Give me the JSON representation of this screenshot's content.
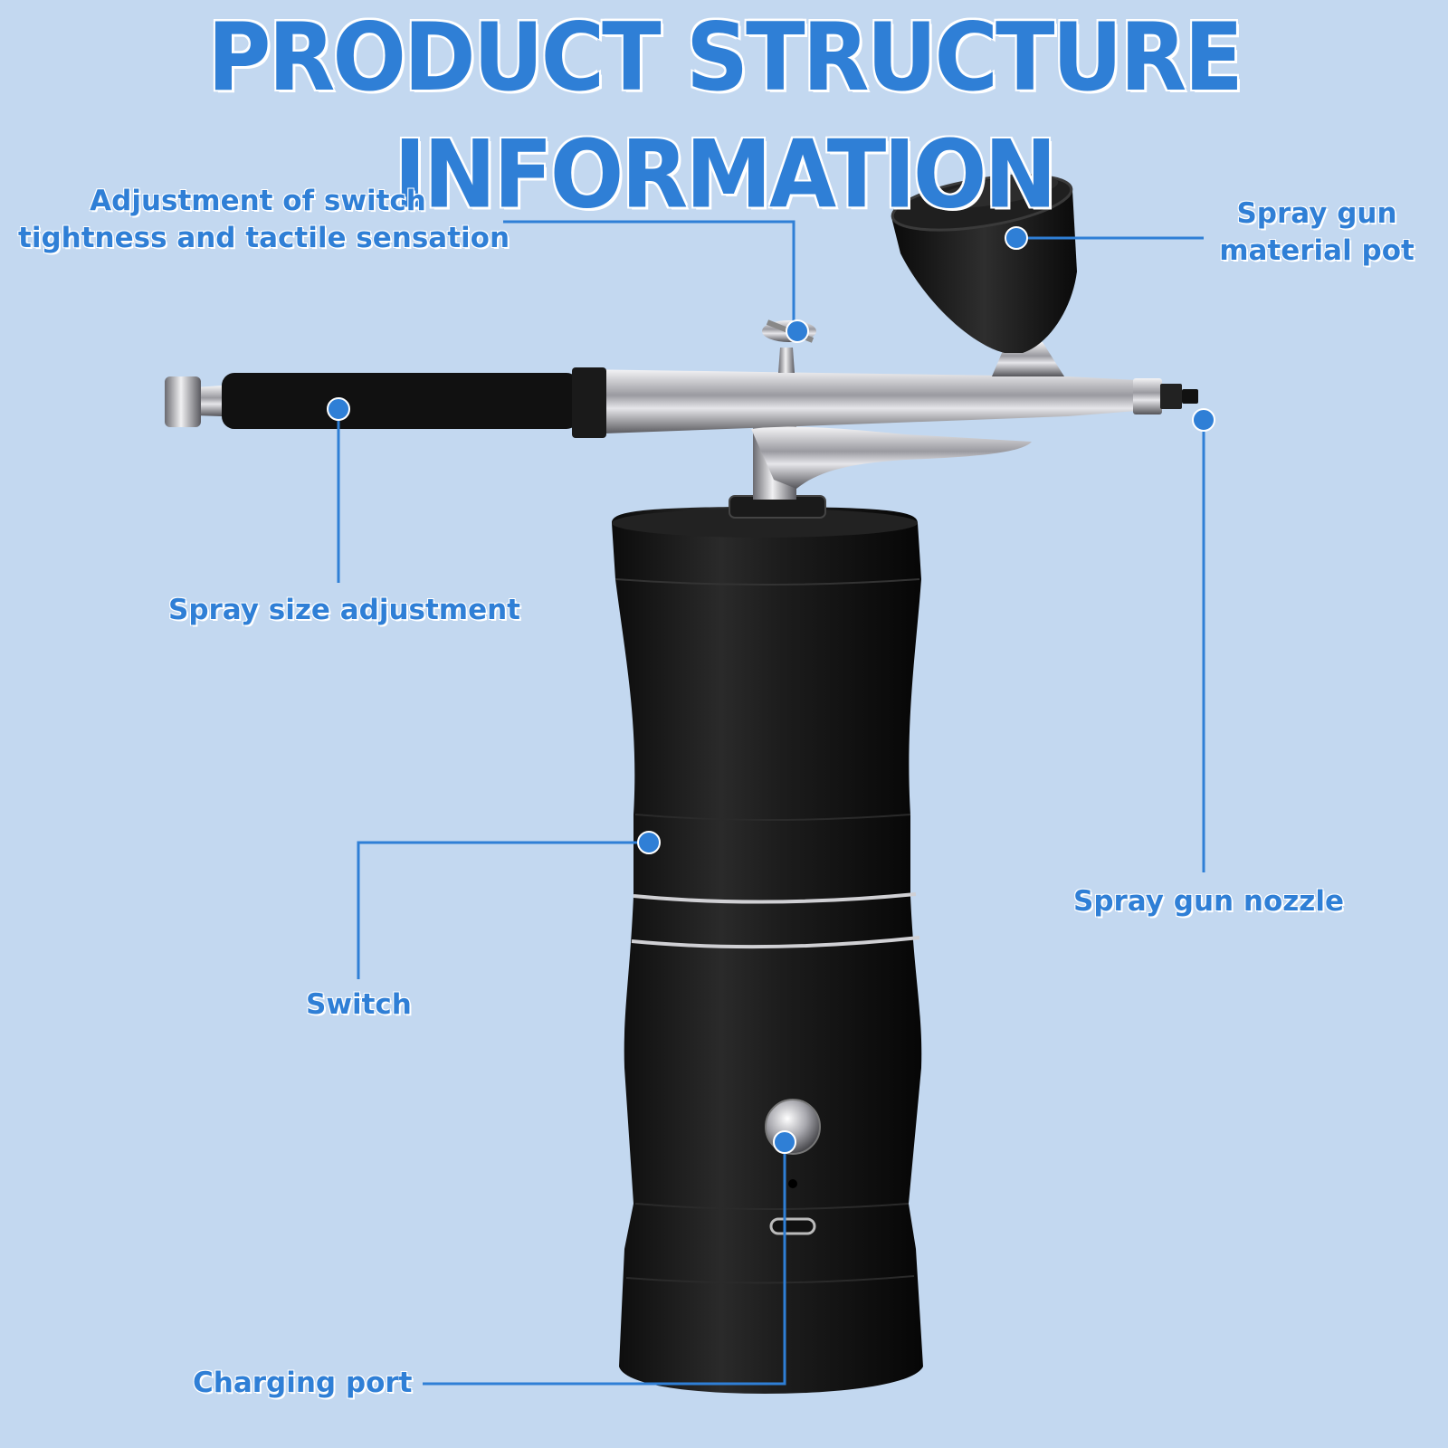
{
  "title": "PRODUCT STRUCTURE INFORMATION",
  "colors": {
    "background": "#c3d8f0",
    "accent": "#2f7fd6",
    "product_body": "#141414",
    "chrome": "#c8c8cc"
  },
  "callouts": [
    {
      "id": "switch-adjustment",
      "lines": [
        "Adjustment of switch",
        "tightness and tactile sensation"
      ]
    },
    {
      "id": "material-pot",
      "lines": [
        "Spray gun",
        "material pot"
      ]
    },
    {
      "id": "spray-size",
      "lines": [
        "Spray size adjustment"
      ]
    },
    {
      "id": "nozzle",
      "lines": [
        "Spray gun nozzle"
      ]
    },
    {
      "id": "switch",
      "lines": [
        "Switch"
      ]
    },
    {
      "id": "charging-port",
      "lines": [
        "Charging port"
      ]
    }
  ]
}
